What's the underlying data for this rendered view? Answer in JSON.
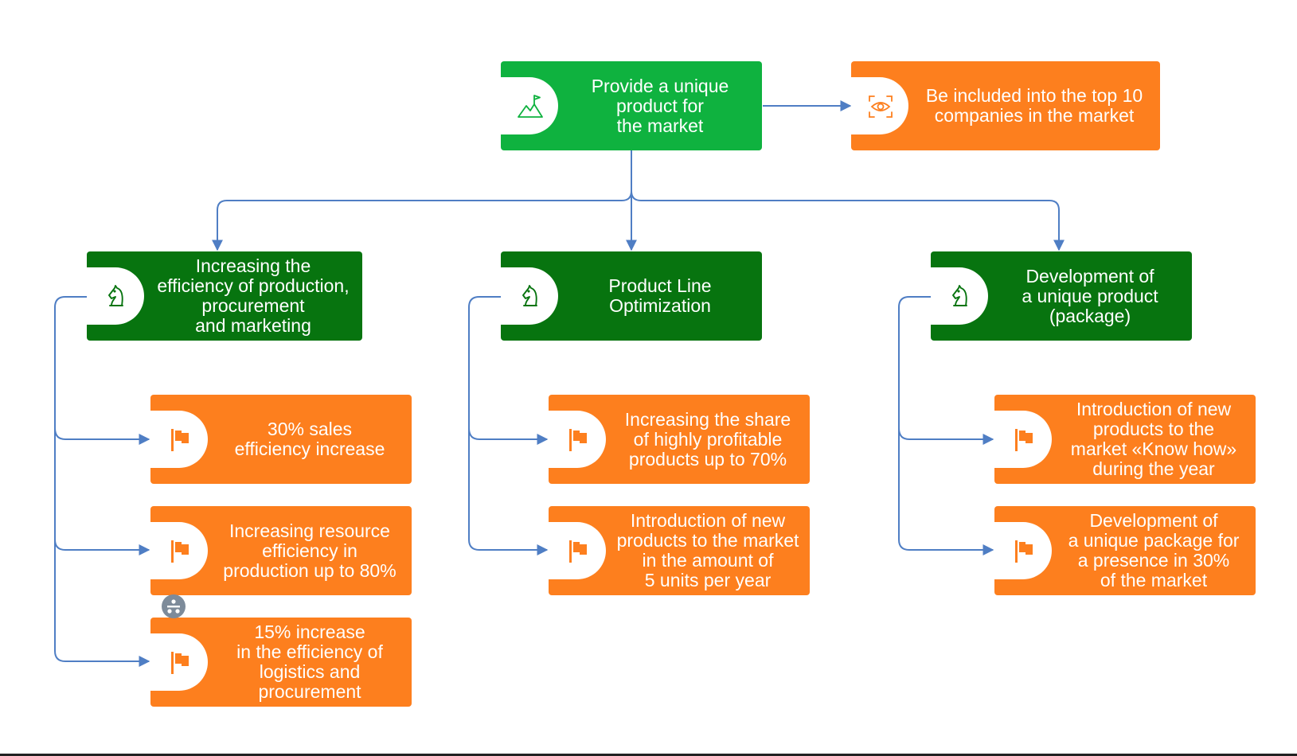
{
  "colors": {
    "goal": "#0fb23f",
    "strategy": "#07740f",
    "target": "#fd7f1e",
    "connector": "#4f7ec4"
  },
  "nodes": {
    "root": {
      "label": "Provide a unique\nproduct for\nthe market",
      "icon": "mountain-flag-icon"
    },
    "vision": {
      "label": "Be included into the top 10\ncompanies in the market",
      "icon": "eye-icon"
    },
    "strategy_1": {
      "label": "Increasing the\nefficiency of production,\nprocurement\nand marketing",
      "icon": "chess-knight-icon"
    },
    "strategy_2": {
      "label": "Product Line\nOptimization",
      "icon": "chess-knight-icon"
    },
    "strategy_3": {
      "label": "Development of\na unique product\n(package)",
      "icon": "chess-knight-icon"
    },
    "target_1_1": {
      "label": "30% sales\nefficiency increase",
      "icon": "flag-icon"
    },
    "target_1_2": {
      "label": "Increasing resource\nefficiency in\nproduction up to 80%",
      "icon": "flag-icon"
    },
    "target_1_3": {
      "label": "15% increase\nin the efficiency of\nlogistics and\nprocurement",
      "icon": "flag-icon"
    },
    "target_2_1": {
      "label": "Increasing the share\nof highly profitable\nproducts up to 70%",
      "icon": "flag-icon"
    },
    "target_2_2": {
      "label": "Introduction of new\nproducts to the market\nin the amount of\n5 units per year",
      "icon": "flag-icon"
    },
    "target_3_1": {
      "label": "Introduction of new\nproducts to the\nmarket «Know how»\nduring the year",
      "icon": "flag-icon"
    },
    "target_3_2": {
      "label": "Development of\na unique package for\na presence in 30%\nof the market",
      "icon": "flag-icon"
    }
  }
}
